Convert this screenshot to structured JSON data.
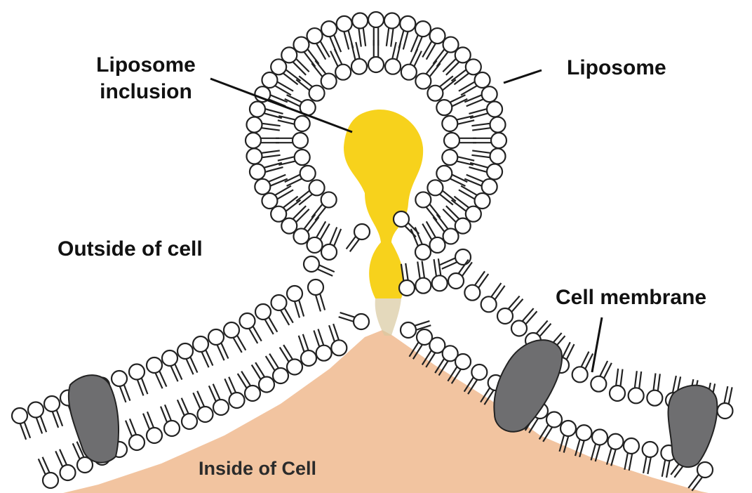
{
  "labels": {
    "liposome_inclusion_line1": "Liposome",
    "liposome_inclusion_line2": "inclusion",
    "liposome": "Liposome",
    "outside_of_cell": "Outside of cell",
    "cell_membrane": "Cell membrane",
    "inside_of_cell": "Inside of Cell"
  },
  "colors": {
    "cytoplasm": "#f2c4a0",
    "inclusion": "#f7d21c",
    "inclusion_fade": "#d9c9a0",
    "lipid_head_fill": "#ffffff",
    "lipid_outline": "#222222",
    "membrane_protein": "#6e6e70",
    "background": "#ffffff"
  },
  "icons": {
    "lipid": "phospholipid-icon",
    "protein": "membrane-protein-icon"
  }
}
